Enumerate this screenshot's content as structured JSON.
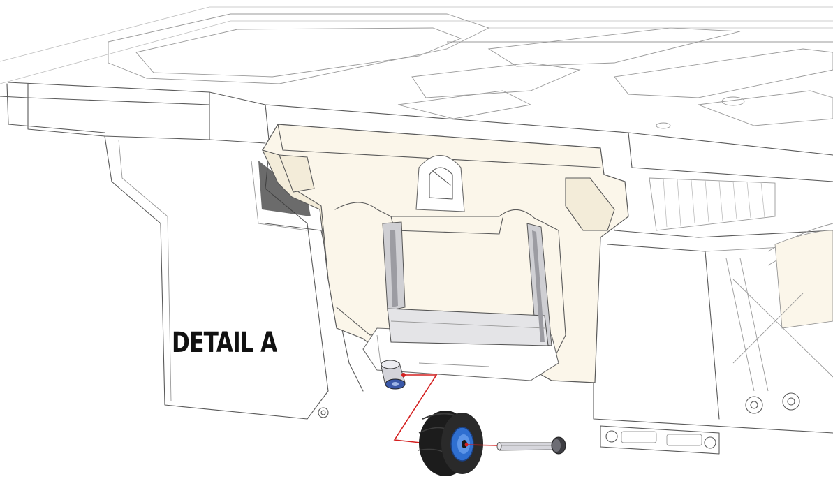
{
  "diagram": {
    "label": "DETAIL A",
    "colors": {
      "background": "#ffffff",
      "outline": "#5a5a5a",
      "highlight_fill": "#fbf6ea",
      "tire": "#1c1c1c",
      "hub": "#2f6fd0",
      "callout_line": "#d42020",
      "hardware": "#c9c9cf"
    },
    "parts": [
      "deck-frame",
      "handle-bracket",
      "fold-handle",
      "wheel",
      "axle-bolt",
      "spacer-bushing"
    ]
  }
}
